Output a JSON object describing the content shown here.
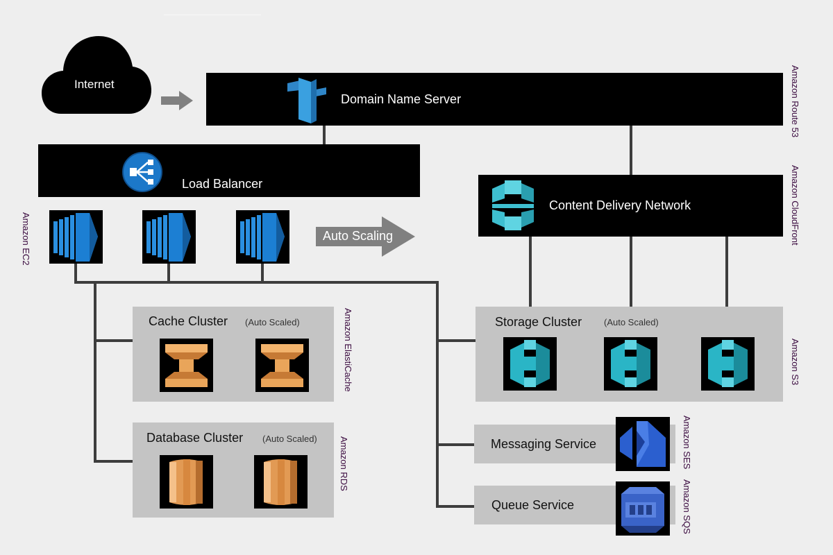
{
  "internet": {
    "label": "Internet"
  },
  "dns": {
    "label": "Domain Name Server",
    "service": "Amazon Route 53"
  },
  "load_balancer": {
    "label": "Load Balancer"
  },
  "ec2": {
    "service": "Amazon EC2"
  },
  "auto_scaling": {
    "label": "Auto Scaling"
  },
  "cdn": {
    "label": "Content Delivery Network",
    "service": "Amazon CloudFront"
  },
  "cache": {
    "label": "Cache Cluster",
    "note": "(Auto Scaled)",
    "service": "Amazon ElastiCache"
  },
  "database": {
    "label": "Database Cluster",
    "note": "(Auto Scaled)",
    "service": "Amazon RDS"
  },
  "storage": {
    "label": "Storage Cluster",
    "note": "(Auto Scaled)",
    "service": "Amazon S3"
  },
  "messaging": {
    "label": "Messaging Service",
    "service": "Amazon SES"
  },
  "queue": {
    "label": "Queue Service",
    "service": "Amazon SQS"
  },
  "colors": {
    "background": "#eeeeee",
    "bar": "#000000",
    "cluster": "#c4c4c4",
    "connector": "#3d3d3d",
    "arrow": "#808080",
    "ec2_blue": "#1c7fd3",
    "route53_blue": "#3aa0e0",
    "cloudfront_teal": "#3ebfd0",
    "s3_teal": "#2ab5c6",
    "elasticache_orange": "#e9a55a",
    "rds_orange": "#e29a54",
    "ses_blue": "#2b5fcf",
    "sqs_blue": "#3a63c8",
    "service_label": "#3a0a3f"
  },
  "icons": {
    "dns": "route53-icon",
    "lb": "load-balancer-icon",
    "ec2": "ec2-instance-icon",
    "cdn": "cloudfront-icon",
    "cache": "elasticache-node-icon",
    "database": "rds-instance-icon",
    "storage": "s3-bucket-icon",
    "messaging": "ses-icon",
    "queue": "sqs-icon"
  }
}
